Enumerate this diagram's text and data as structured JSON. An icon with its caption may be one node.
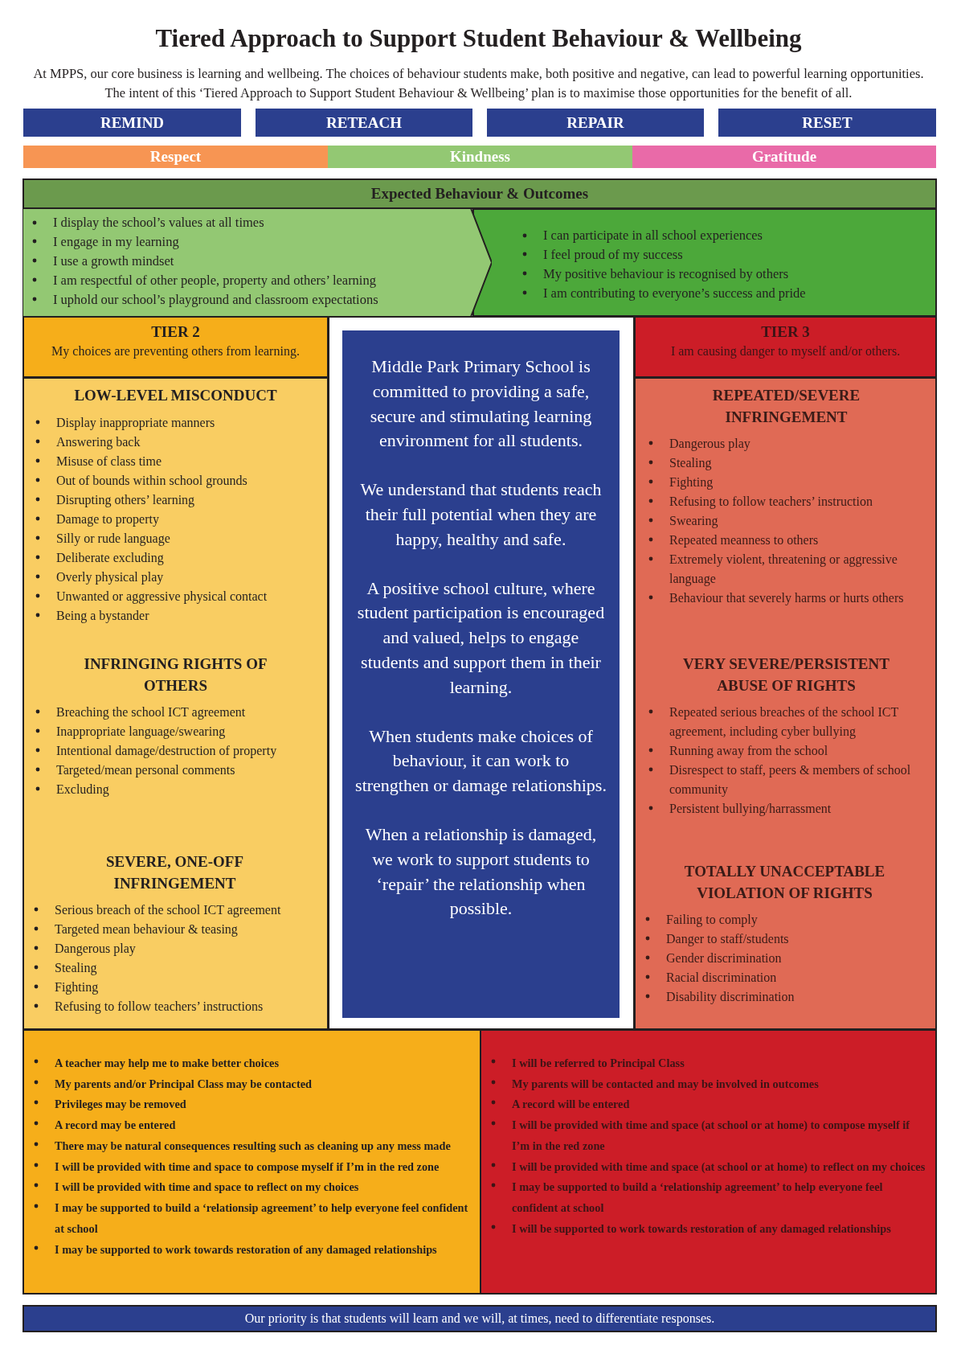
{
  "diagram": {
    "title": "Tiered Approach to Support Student Behaviour & Wellbeing",
    "labels": [
      "At MPPS, our core business is learning and wellbeing. The choices of behaviour students make, both positive and negative, can lead to powerful learning opportunities. The intent of this ‘Tiered Approach to Support Student Behaviour & Wellbeing’ plan is to maximise those opportunities for the benefit of all."
    ],
    "nodes": [
      {
        "text": [
          "REMIND"
        ]
      },
      {
        "text": [
          "RETEACH"
        ]
      },
      {
        "text": [
          "REPAIR"
        ]
      },
      {
        "text": [
          "RESET"
        ]
      },
      {
        "text": [
          "Respect"
        ]
      },
      {
        "text": [
          "Kindness"
        ]
      },
      {
        "text": [
          "Gratitude"
        ]
      },
      {
        "text": [
          "Expected Behaviour & Outcomes"
        ]
      },
      {
        "text": [
          "I display the school’s values at all times",
          "I engage in my learning",
          "I use a growth mindset",
          "I am respectful of other people, property and others’ learning",
          "I uphold our school’s playground and classroom expectations"
        ]
      },
      {
        "text": [
          "I can participate in all school experiences",
          "I feel proud of my success",
          "My positive behaviour is recognised by others",
          "I am contributing to everyone’s success and pride"
        ]
      },
      {
        "text": [
          "TIER 2",
          "My choices are preventing others from learning."
        ]
      },
      {
        "text": [],
        "shape": "box"
      },
      {
        "text": [
          "LOW-LEVEL MISCONDUCT",
          "Display inappropriate manners",
          "Answering back",
          "Misuse of class time",
          "Out of bounds within school grounds",
          "Disrupting others’ learning",
          "Damage to property",
          "Silly or rude language",
          "Deliberate excluding",
          "Overly physical play",
          "Unwanted or aggressive physical contact",
          "Being a bystander"
        ],
        "in": 11
      },
      {
        "text": [
          "INFRINGING RIGHTS OF OTHERS",
          "Breaching the school ICT agreement",
          "Inappropriate language/swearing",
          "Intentional damage/destruction of property",
          "Targeted/mean personal comments",
          "Excluding"
        ],
        "in": 11
      },
      {
        "text": [
          "SEVERE, ONE-OFF INFRINGEMENT",
          "Serious breach of the school ICT agreement",
          "Targeted mean behaviour & teasing",
          "Dangerous play",
          "Stealing",
          "Fighting",
          "Refusing to follow teachers’ instructions"
        ],
        "in": 11
      },
      {
        "text": [
          "Middle Park Primary School is committed to providing a safe, secure and stimulating learning environment for all students.",
          "We understand that students reach their full potential when they are happy, healthy and safe.",
          "A positive school culture, where student participation is encouraged and valued, helps to engage students and support them in their learning.",
          "When students make choices of behaviour, it can work to strengthen or damage relationships.",
          "When a relationship is damaged, we work to support students to ‘repair’ the relationship when possible."
        ]
      },
      {
        "text": [
          "TIER 3",
          "I am causing danger to myself and/or others."
        ]
      },
      {
        "text": [],
        "shape": "box"
      },
      {
        "text": [
          "REPEATED/SEVERE INFRINGEMENT",
          "Dangerous play",
          "Stealing",
          "Fighting",
          "Refusing to follow teachers’ instruction",
          "Swearing",
          "Repeated meanness to others",
          "Extremely violent, threatening or aggressive language",
          "Behaviour that severely harms or hurts others"
        ],
        "in": 17
      },
      {
        "text": [
          "VERY SEVERE/PERSISTENT ABUSE OF RIGHTS",
          "Repeated serious breaches of the school ICT agreement, including cyber bullying",
          "Running away from the school",
          "Disrespect to staff, peers & members of school community",
          "Persistent bullying/harrassment"
        ],
        "in": 17
      },
      {
        "text": [
          "TOTALLY UNACCEPTABLE VIOLATION OF RIGHTS",
          "Failing to comply",
          "Danger to staff/students",
          "Gender discrimination",
          "Racial discrimination",
          "Disability discrimination"
        ],
        "in": 17
      },
      {
        "text": [
          "A teacher may help me to make better choices",
          "My parents and/or Principal Class may be contacted",
          "Privileges may be removed",
          "A record may be entered",
          "There may be natural consequences resulting such as cleaning up any mess made",
          "I will be provided with time and space to compose myself if I’m in the red zone",
          "I will be provided with time and space to reflect on my choices",
          "I may be supported to build a ‘relationsip agreement’ to help everyone feel confident at school",
          "I may be supported to work towards restoration of any damaged relationships"
        ]
      },
      {
        "text": [
          "I will be referred to Principal Class",
          "My parents will be contacted and may be involved in outcomes",
          "A record will be entered",
          "I will be provided with time and space (at school or at home) to compose myself if I’m in the red zone",
          "I will be provided with time and space (at school or at home) to reflect on my choices",
          "I may be supported to build a ‘relationship agreement’ to help everyone feel confident at school",
          "I will be supported to work towards restoration of any damaged relationships"
        ]
      },
      {
        "text": [
          "Our priority is that students will learn and we will, at times, need to differentiate responses."
        ]
      }
    ]
  }
}
